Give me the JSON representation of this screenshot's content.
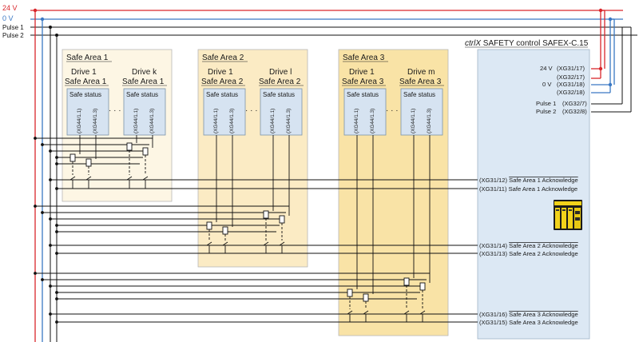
{
  "colors": {
    "v24": "#d9262b",
    "v0": "#3a78c4",
    "pulse": "#111111",
    "area1": "#fdf6e4",
    "area2": "#fbebc4",
    "area3": "#f9e3a6",
    "controller": "#dce8f4",
    "drive_box": "#d6e3f1"
  },
  "rails": {
    "v24": "24 V",
    "v0": "0 V",
    "pulse1": "Pulse 1",
    "pulse2": "Pulse 2"
  },
  "areas": [
    {
      "title": "Safe Area 1",
      "drives": [
        {
          "line1": "Drive 1",
          "line2": "Safe Area 1",
          "status": "Safe status",
          "pin_a": "(XG44/1.1)",
          "pin_b": "(XG44/1.3)"
        },
        {
          "line1": "Drive k",
          "line2": "Safe Area 1",
          "status": "Safe status",
          "pin_a": "(XG44/1.1)",
          "pin_b": "(XG44/1.3)"
        }
      ]
    },
    {
      "title": "Safe Area 2",
      "drives": [
        {
          "line1": "Drive 1",
          "line2": "Safe Area 2",
          "status": "Safe status",
          "pin_a": "(XG44/1.1)",
          "pin_b": "(XG44/1.3)"
        },
        {
          "line1": "Drive l",
          "line2": "Safe Area 2",
          "status": "Safe status",
          "pin_a": "(XG44/1.1)",
          "pin_b": "(XG44/1.3)"
        }
      ]
    },
    {
      "title": "Safe Area 3",
      "drives": [
        {
          "line1": "Drive 1",
          "line2": "Safe Area 3",
          "status": "Safe status",
          "pin_a": "(XG44/1.1)",
          "pin_b": "(XG44/1.3)"
        },
        {
          "line1": "Drive m",
          "line2": "Safe Area 3",
          "status": "Safe status",
          "pin_a": "(XG44/1.1)",
          "pin_b": "(XG44/1.3)"
        }
      ]
    }
  ],
  "ellipsis": "· · ·",
  "controller": {
    "title_prefix": "ctrlX",
    "title_rest": " SAFETY control SAFEX-C.15",
    "supply": [
      {
        "label": "24 V",
        "pin": "(XG31/17)"
      },
      {
        "label": "",
        "pin": "(XG32/17)"
      },
      {
        "label": "0 V",
        "pin": "(XG31/18)"
      },
      {
        "label": "",
        "pin": "(XG32/18)"
      }
    ],
    "pulses": [
      {
        "label": "Pulse 1",
        "pin": "(XG32/7)"
      },
      {
        "label": "Pulse 2",
        "pin": "(XG32/8)"
      }
    ],
    "acks": [
      {
        "pin": "(XG31/12)",
        "text": "Safe Area 1 Acknowledge",
        "overline": true
      },
      {
        "pin": "(XG31/11)",
        "text": "Safe Area 1 Acknowledge",
        "overline": false
      },
      {
        "pin": "(XG31/14)",
        "text": "Safe Area 2 Acknowledge",
        "overline": true
      },
      {
        "pin": "(XG31/13)",
        "text": "Safe Area 2 Acknowledge",
        "overline": false
      },
      {
        "pin": "(XG31/16)",
        "text": "Safe Area 3 Acknowledge",
        "overline": true
      },
      {
        "pin": "(XG31/15)",
        "text": "Safe Area 3 Acknowledge",
        "overline": false
      }
    ]
  }
}
